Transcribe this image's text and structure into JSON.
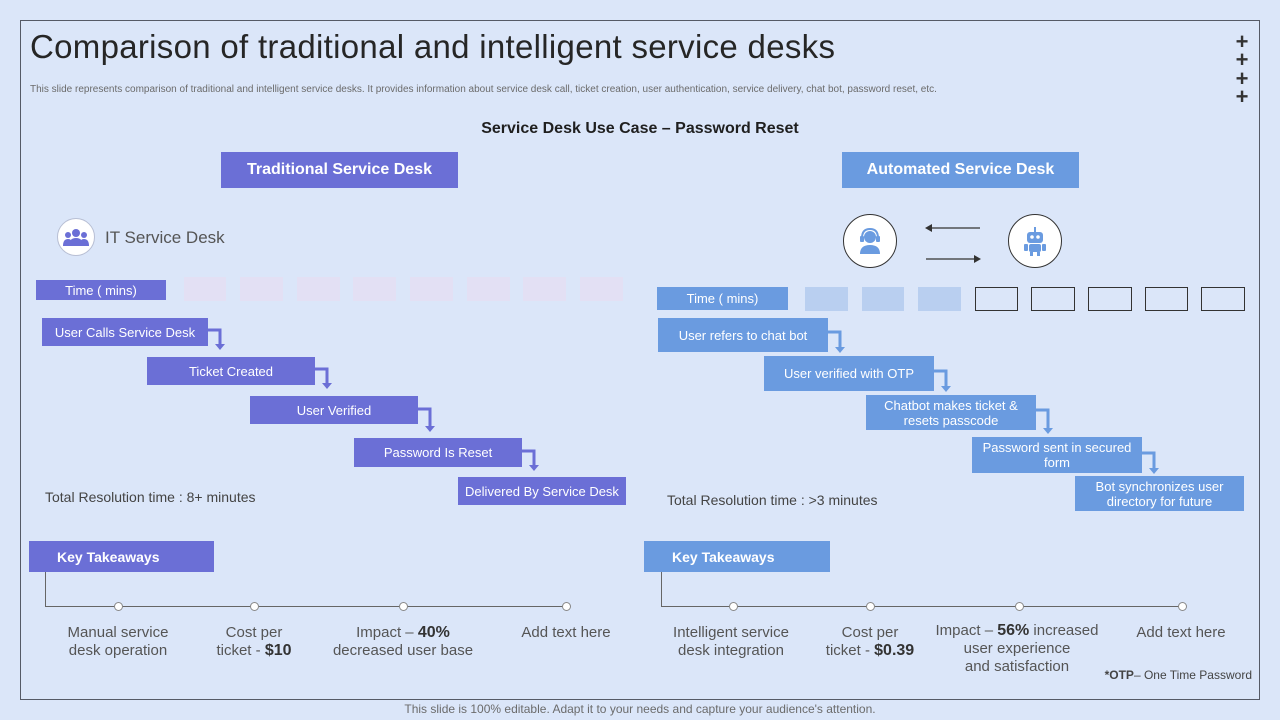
{
  "header": {
    "title": "Comparison of traditional and intelligent service desks",
    "subtitle": "This slide represents comparison of traditional and intelligent service desks. It provides information about service desk call, ticket creation, user authentication, service delivery, chat bot, password reset, etc."
  },
  "use_case": "Service Desk Use Case – Password Reset",
  "traditional": {
    "heading": "Traditional  Service Desk",
    "it_label": "IT  Service Desk",
    "time_label": "Time ( mins)",
    "steps": [
      "User Calls Service Desk",
      "Ticket Created",
      "User Verified",
      "Password Is Reset",
      "Delivered  By Service Desk"
    ],
    "total": "Total Resolution time  : 8+ minutes",
    "key_takeaways": "Key Takeaways",
    "takeaways": [
      {
        "line1": "Manual service",
        "line2": "desk operation"
      },
      {
        "line1": "Cost per",
        "pre": "ticket - ",
        "bold": "$10"
      },
      {
        "pre": "Impact – ",
        "bold": "40%",
        "line2": "decreased user base"
      },
      {
        "line1": "Add text here"
      }
    ]
  },
  "automated": {
    "heading": "Automated Service Desk",
    "time_label": "Time ( mins)",
    "steps": [
      "User refers to chat bot",
      "User verified  with OTP",
      "Chatbot makes ticket & resets passcode",
      "Password sent in secured form",
      "Bot synchronizes user directory for future"
    ],
    "total": "Total Resolution time  : >3 minutes",
    "key_takeaways": "Key Takeaways",
    "takeaways": [
      {
        "line1": "Intelligent  service",
        "line2": "desk integration"
      },
      {
        "line1": "Cost per",
        "pre": "ticket - ",
        "bold": "$0.39"
      },
      {
        "pre": "Impact – ",
        "bold": "56%",
        "post": " increased",
        "line2": "user experience",
        "line3": "and satisfaction"
      },
      {
        "line1": "Add text here"
      }
    ]
  },
  "otp_note": {
    "bold": "*OTP",
    "rest": "– One Time Password"
  },
  "footer": "This slide is 100% editable. Adapt it to your needs and capture your audience's attention.",
  "colors": {
    "traditional": "#6b6fd6",
    "automated": "#6a9be0",
    "background": "#dbe6f9"
  },
  "icons": [
    "plus-icon",
    "people-icon",
    "agent-headset-icon",
    "robot-icon",
    "arrow-left-icon",
    "arrow-right-icon",
    "step-arrow-icon"
  ]
}
